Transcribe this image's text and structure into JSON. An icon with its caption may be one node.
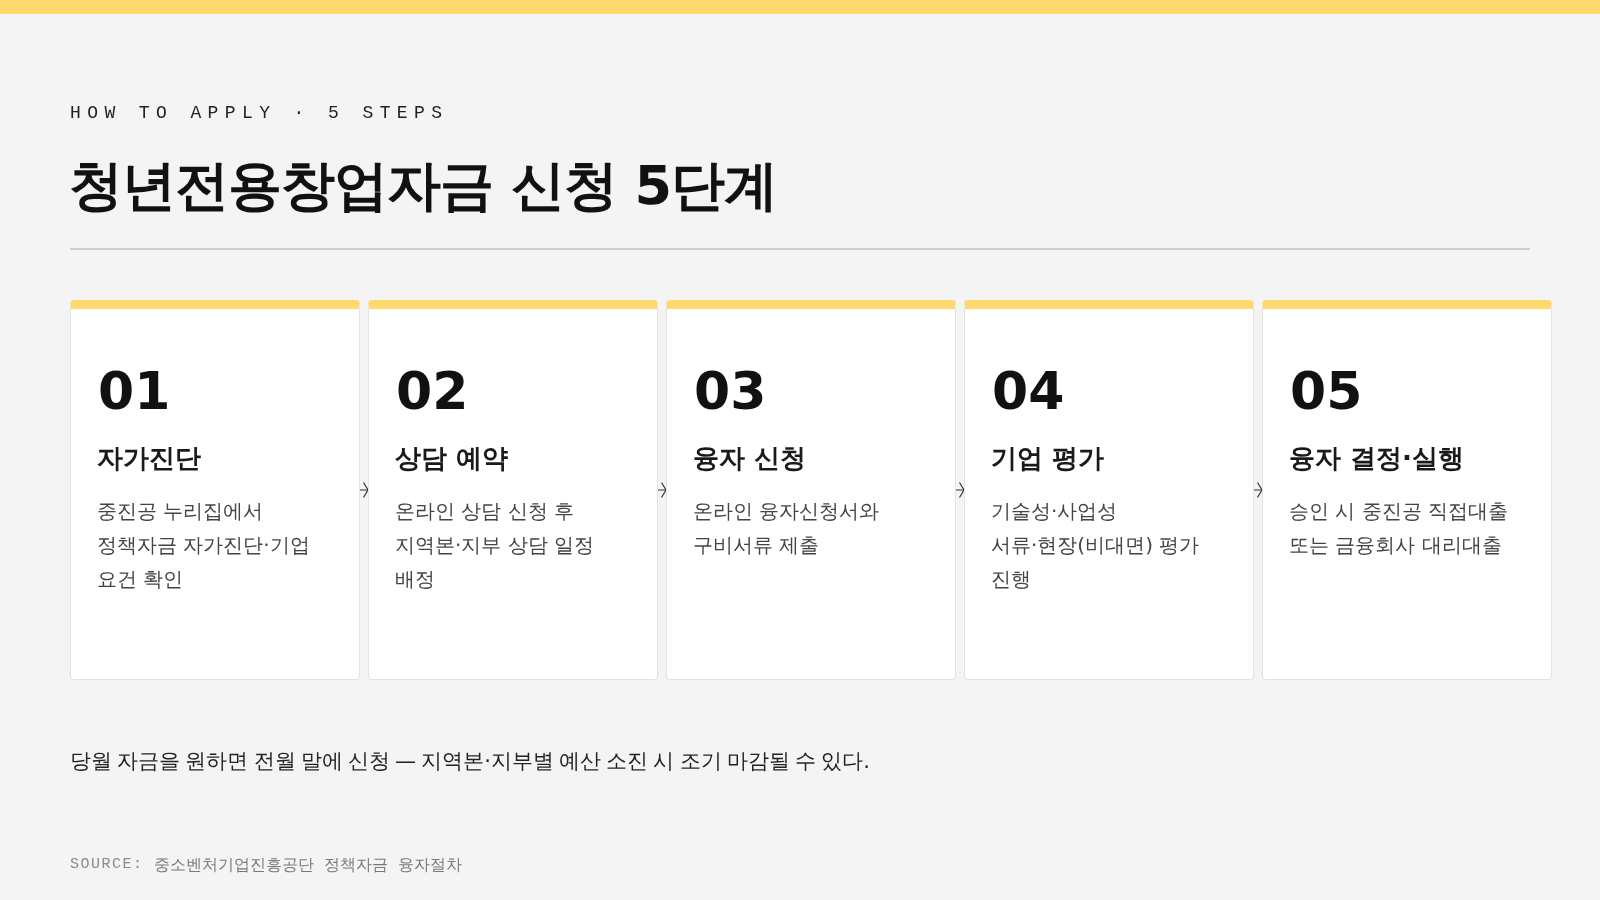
{
  "diagram": {
    "title": "청년전용창업자금 신청 5단계",
    "nodes": [
      {
        "text": [
          "01",
          "자가진단",
          "중진공 누리집에서 정책자금 자가진단·기업 요건 확인"
        ]
      },
      {
        "text": [
          "02",
          "상담 예약",
          "온라인 상담 신청 후 지역본·지부 상담 일정 배정"
        ]
      },
      {
        "text": [
          "03",
          "융자 신청",
          "온라인 융자신청서와 구비서류 제출"
        ]
      },
      {
        "text": [
          "04",
          "기업 평가",
          "기술성·사업성 서류·현장(비대면) 평가 진행"
        ]
      },
      {
        "text": [
          "05",
          "융자 결정·실행",
          "승인 시 중진공 직접대출 또는 금융회사 대리대출"
        ]
      }
    ],
    "edges": [
      {
        "from": 0,
        "to": 1,
        "arrow": "to"
      },
      {
        "from": 1,
        "to": 2,
        "arrow": "to"
      },
      {
        "from": 2,
        "to": 3,
        "arrow": "to"
      },
      {
        "from": 3,
        "to": 4,
        "arrow": "to"
      }
    ],
    "labels": [
      "HOW TO APPLY · 5 STEPS",
      "당월 자금을 원하면 전월 말에 신청 — 지역본·지부별 예산 소진 시 조기 마감될 수 있다.",
      "SOURCE:",
      "중소벤처기업진흥공단 정책자금 융자절차"
    ]
  }
}
